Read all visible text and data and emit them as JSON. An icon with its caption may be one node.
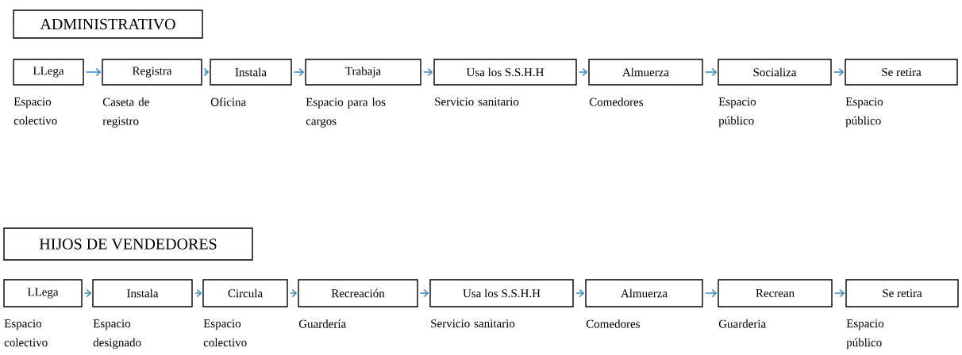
{
  "diagram": {
    "nodes": [
      {
        "text": [
          "ADMINISTRATIVO"
        ]
      },
      {
        "text": [
          "LLega"
        ],
        "beside": [
          "Espacio colectivo"
        ]
      },
      {
        "text": [
          "Registra"
        ],
        "beside": [
          "Caseta de registro"
        ]
      },
      {
        "text": [
          "Instala"
        ],
        "beside": [
          "Oficina"
        ]
      },
      {
        "text": [
          "Trabaja"
        ],
        "beside": [
          "Espacio para los cargos"
        ]
      },
      {
        "text": [
          "Usa los S.S.H.H"
        ],
        "beside": [
          "Servicio sanitario"
        ]
      },
      {
        "text": [
          "Almuerza"
        ],
        "beside": [
          "Comedores"
        ]
      },
      {
        "text": [
          "Socializa"
        ],
        "beside": [
          "Espacio público"
        ]
      },
      {
        "text": [
          "Se retira"
        ],
        "beside": [
          "Espacio público"
        ]
      },
      {
        "text": [
          "HIJOS DE VENDEDORES"
        ]
      },
      {
        "text": [
          "LLega"
        ],
        "beside": [
          "Espacio colectivo"
        ]
      },
      {
        "text": [
          "Instala"
        ],
        "beside": [
          "Espacio designado"
        ]
      },
      {
        "text": [
          "Circula"
        ],
        "beside": [
          "Espacio colectivo"
        ]
      },
      {
        "text": [
          "Recreación"
        ],
        "beside": [
          "Guardería"
        ]
      },
      {
        "text": [
          "Usa los S.S.H.H"
        ],
        "beside": [
          "Servicio sanitario"
        ]
      },
      {
        "text": [
          "Almuerza"
        ],
        "beside": [
          "Comedores"
        ]
      },
      {
        "text": [
          "Recrean"
        ],
        "beside": [
          "Guarderia"
        ]
      },
      {
        "text": [
          "Se retira"
        ],
        "beside": [
          "Espacio público"
        ]
      }
    ],
    "edges": [
      {
        "from": 1,
        "to": 2,
        "arrow": "to"
      },
      {
        "from": 2,
        "to": 3,
        "arrow": "to"
      },
      {
        "from": 3,
        "to": 4,
        "arrow": "to"
      },
      {
        "from": 4,
        "to": 5,
        "arrow": "to"
      },
      {
        "from": 5,
        "to": 6,
        "arrow": "to"
      },
      {
        "from": 6,
        "to": 7,
        "arrow": "to"
      },
      {
        "from": 7,
        "to": 8,
        "arrow": "to"
      },
      {
        "from": 10,
        "to": 11,
        "arrow": "to"
      },
      {
        "from": 11,
        "to": 12,
        "arrow": "to"
      },
      {
        "from": 12,
        "to": 13,
        "arrow": "to"
      },
      {
        "from": 13,
        "to": 14,
        "arrow": "to"
      },
      {
        "from": 14,
        "to": 15,
        "arrow": "to"
      },
      {
        "from": 15,
        "to": 16,
        "arrow": "to"
      },
      {
        "from": 16,
        "to": 17,
        "arrow": "to"
      }
    ]
  }
}
